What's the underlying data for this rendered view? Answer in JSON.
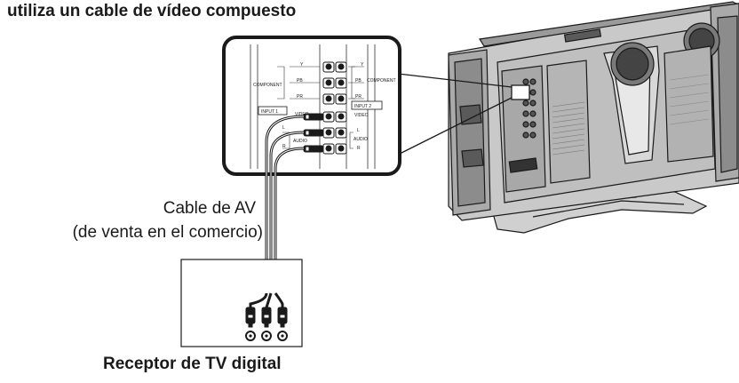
{
  "heading": "utiliza un cable de vídeo compuesto",
  "cable_label": {
    "line1": "Cable de AV",
    "line2": "(de venta en el comercio)"
  },
  "receiver_label": "Receptor de TV digital",
  "panel": {
    "left_labels": {
      "y": "Y",
      "pb": "PB",
      "component": "COMPONENT",
      "pr": "PR",
      "input1": "INPUT 1",
      "video": "VIDEO",
      "l": "L",
      "audio": "AUDIO",
      "r": "R"
    },
    "right_labels": {
      "y": "Y",
      "pb": "PB",
      "component": "COMPONENT",
      "pr": "PR",
      "input2": "INPUT 2",
      "video": "VIDEO",
      "l": "L",
      "audio": "AUDIO",
      "r": "R"
    }
  },
  "colors": {
    "line": "#1a1a1a",
    "tv_body": "#c8c8c8",
    "tv_dark": "#8a8a8a"
  }
}
